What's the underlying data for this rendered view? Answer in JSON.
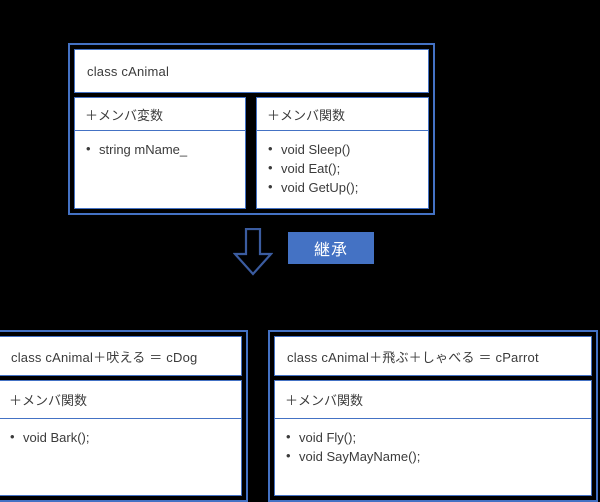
{
  "diagram": {
    "title_visible": false,
    "colors": {
      "background": "#000000",
      "accent_blue": "#4472c4",
      "panel_background": "#ffffff",
      "text": "#3b3b3b",
      "label_text": "#ffffff"
    }
  },
  "base_class": {
    "title": "class  cAnimal",
    "variables_compartment": {
      "header": "＋メンバ変数",
      "members": [
        "string  mName_"
      ]
    },
    "functions_compartment": {
      "header": "＋メンバ関数",
      "members": [
        "void Sleep()",
        "void Eat();",
        "void GetUp();"
      ]
    }
  },
  "relationship": {
    "arrow_icon": "down-block-arrow-icon",
    "label": "継承"
  },
  "derived_classes": [
    {
      "title": "class  cAnimal＋吠える ＝ cDog",
      "functions_compartment": {
        "header": "＋メンバ関数",
        "members": [
          "void Bark();"
        ]
      }
    },
    {
      "title": "class  cAnimal＋飛ぶ＋しゃべる ＝ cParrot",
      "functions_compartment": {
        "header": "＋メンバ関数",
        "members": [
          "void Fly();",
          "void SayMayName();"
        ]
      }
    }
  ]
}
